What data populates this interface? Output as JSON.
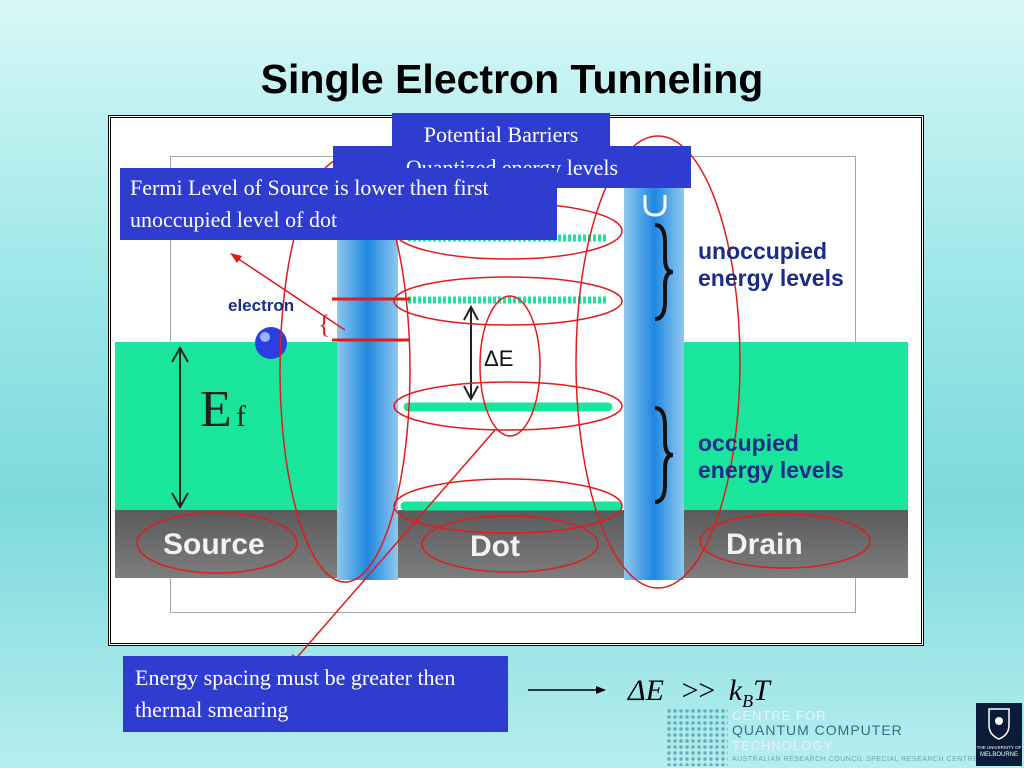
{
  "title": "Single Electron Tunneling",
  "callouts": {
    "potential_barriers": "Potential Barriers",
    "quantized_levels": "Quantized energy levels",
    "fermi": "Fermi Level of Source is lower then first unoccupied level of dot",
    "energy_spacing": "Energy spacing must be greater then thermal smearing"
  },
  "diagram": {
    "electron": "electron",
    "ef_main": "E",
    "ef_sub": "f",
    "delta_e": "ΔE",
    "unoccupied": [
      "unoccupied",
      "energy levels"
    ],
    "occupied": [
      "occupied",
      "energy levels"
    ],
    "source": "Source",
    "dot": "Dot",
    "drain": "Drain"
  },
  "formula": {
    "delta_e": "ΔE",
    "op": ">>",
    "k": "k",
    "sub": "B",
    "t": "T"
  },
  "logo": {
    "line1": "CENTRE FOR",
    "line2": "QUANTUM COMPUTER",
    "line3": "TECHNOLOGY",
    "line4": "AUSTRALIAN RESEARCH COUNCIL SPECIAL RESEARCH CENTRE"
  },
  "university": {
    "line1": "THE UNIVERSITY OF",
    "line2": "MELBOURNE"
  }
}
